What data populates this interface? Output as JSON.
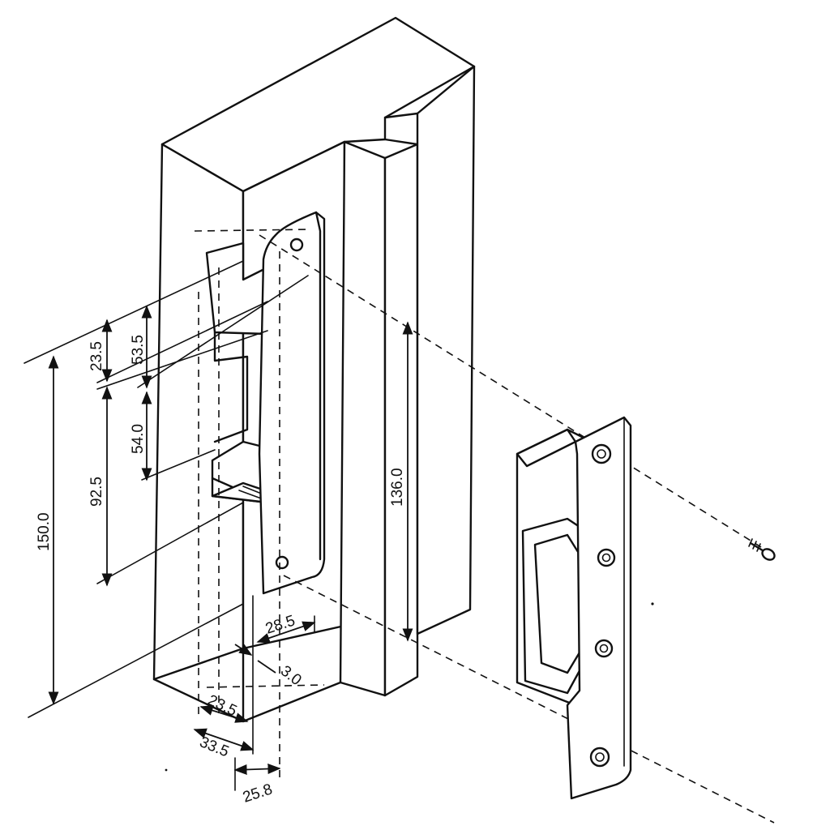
{
  "dimensions": {
    "d_150": "150.0",
    "d_92_5": "92.5",
    "d_23_5_top": "23.5",
    "d_53_5": "53.5",
    "d_54": "54.0",
    "d_136": "136.0",
    "d_28_5": "28.5",
    "d_3": "3.0",
    "d_23_5_bottom": "23.5",
    "d_33_5": "33.5",
    "d_25_8": "25.8"
  },
  "colors": {
    "line": "#111111",
    "background": "#ffffff"
  }
}
